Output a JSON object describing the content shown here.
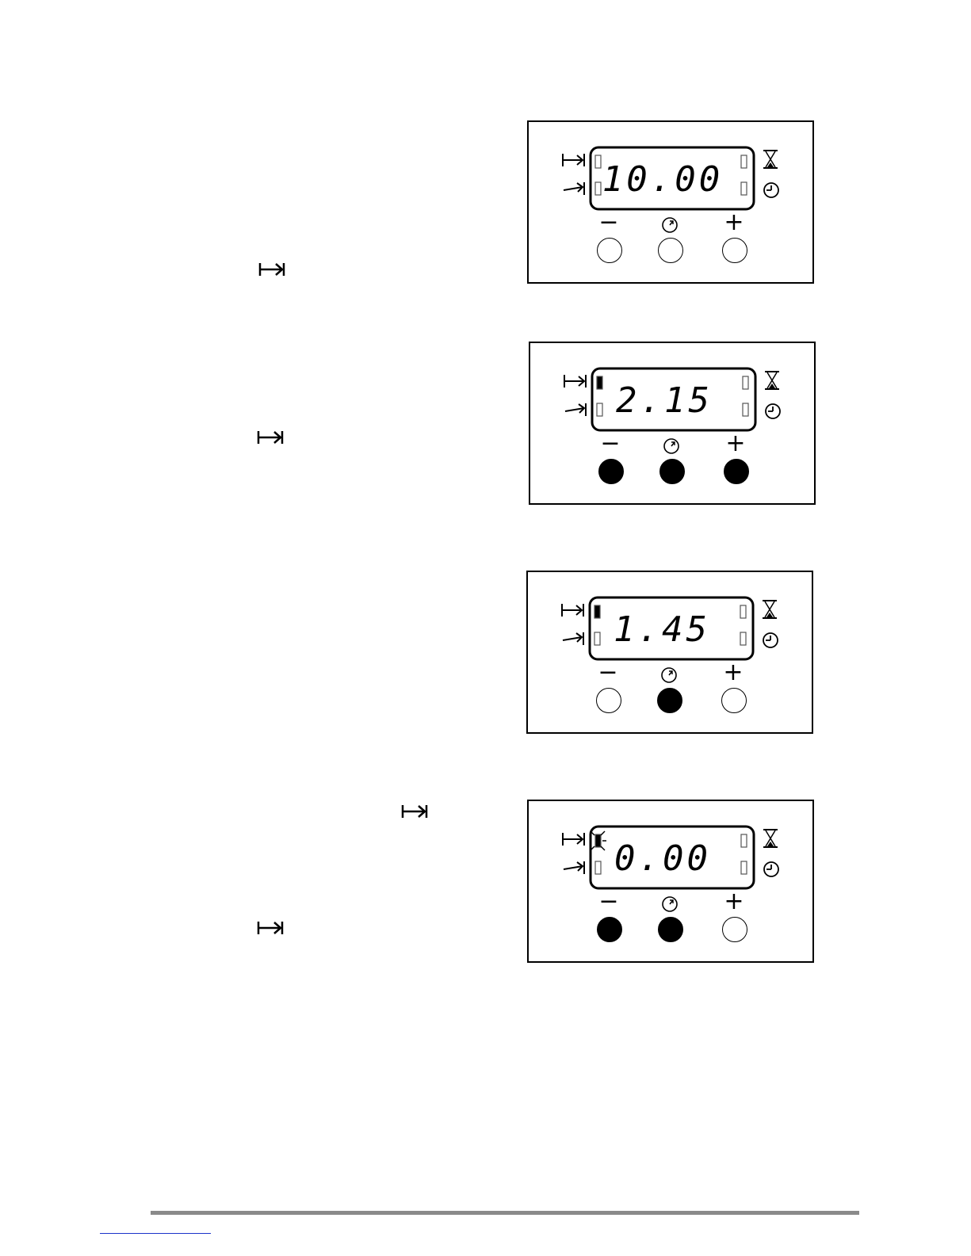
{
  "icons": {
    "end_time": "end-time-icon",
    "start_time": "start-time-icon",
    "minute_minder": "hourglass-icon",
    "clock": "clock-icon",
    "select": "timer-select-icon"
  },
  "buttons": {
    "minus_label": "−",
    "plus_label": "+"
  },
  "panels": [
    {
      "display": "10.00",
      "pressed": {
        "minus": false,
        "select": false,
        "plus": false
      },
      "end_segment_on": false,
      "flashing": false
    },
    {
      "display": "2.15",
      "pressed": {
        "minus": true,
        "select": true,
        "plus": true
      },
      "end_segment_on": true,
      "flashing": false
    },
    {
      "display": "1.45",
      "pressed": {
        "minus": false,
        "select": true,
        "plus": false
      },
      "end_segment_on": true,
      "flashing": false
    },
    {
      "display": "0.00",
      "pressed": {
        "minus": true,
        "select": true,
        "plus": false
      },
      "end_segment_on": true,
      "flashing": true
    }
  ],
  "colors": {
    "ink": "#000000",
    "footer_rule": "#8a8a8a",
    "footer_link": "#1b33c9"
  }
}
